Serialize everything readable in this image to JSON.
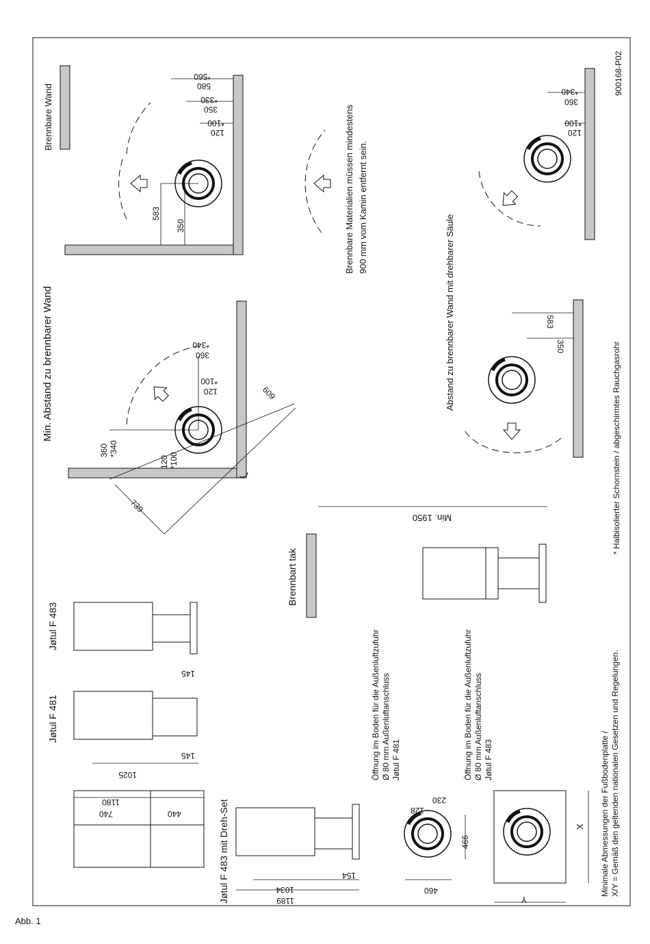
{
  "figure_label": "Abb. 1",
  "drawing_id": "900168-P02",
  "footnote": "* Halbisolierter Schornstein / abgeschirmtes Rauchgasrohr",
  "titles": {
    "min_distance": "Min. Abstand zu brennbarer Wand",
    "combustible_wall": "Brennbare Wand",
    "rotating_column": "Abstand zu brennbarer Wand mit drehbarer Säule",
    "combustible_ceiling": "Brennbart tak",
    "f481": "Jøtul F 481",
    "f483": "Jøtul F 483",
    "f483_rotate": "Jøtul F 483 mit Dreh-Set"
  },
  "notes": {
    "materials_line1": "Brennbare Materialien müssen mindestens",
    "materials_line2": "900 mm vom Kamin entfernt sein.",
    "opening_f481": [
      "Öffnung im Boden für die Außenluftzufuhr",
      "Ø 80 mm Außenluftanschluss",
      "Jøtul F 481"
    ],
    "opening_f483": [
      "Öffnung im Boden für die Außenluftzufuhr",
      "Ø 80 mm Außenluftanschluss",
      "Jøtul F 483"
    ],
    "floorplate_line1": "Minimale Abmessungen der Fußbodenplatte /",
    "floorplate_line2": "X/Y = Gemäß den geltenden nationalen Gesetzen und Regelungen."
  },
  "dims": {
    "corner": [
      "120",
      "*100",
      "360",
      "*340",
      "739",
      "609"
    ],
    "wall_side": [
      "583",
      "350"
    ],
    "wall_top": [
      "*560",
      "580",
      "*330",
      "350",
      "*100",
      "120"
    ],
    "rot_wall": [
      "583",
      "350"
    ],
    "rot_top": [
      "*340",
      "360",
      "*100",
      "120"
    ],
    "corner_right": [
      "*340",
      "360",
      "*100",
      "120"
    ],
    "ceiling": "Min. 1950",
    "front": [
      "1180",
      "740",
      "440"
    ],
    "f481": [
      "1025",
      "145"
    ],
    "f483": [
      "145"
    ],
    "rotate": [
      "1189",
      "1034",
      "154"
    ],
    "top_view": [
      "230",
      "128",
      "466",
      "460"
    ],
    "floorplate": [
      "X",
      "Y"
    ]
  },
  "icons": [
    "arrow-icon"
  ]
}
